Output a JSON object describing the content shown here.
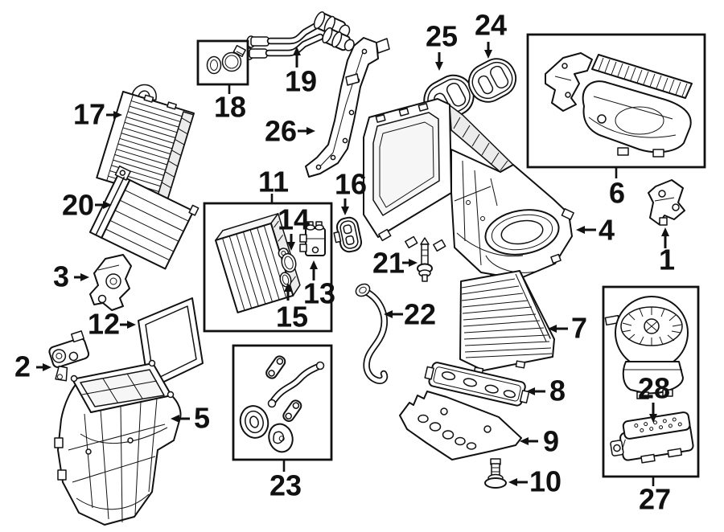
{
  "style": {
    "background": "#ffffff",
    "line_color": "#111111",
    "label_color": "#111111"
  },
  "callouts": {
    "c1": {
      "label": "1"
    },
    "c2": {
      "label": "2"
    },
    "c3": {
      "label": "3"
    },
    "c4": {
      "label": "4"
    },
    "c5": {
      "label": "5"
    },
    "c6": {
      "label": "6"
    },
    "c7": {
      "label": "7"
    },
    "c8": {
      "label": "8"
    },
    "c9": {
      "label": "9"
    },
    "c10": {
      "label": "10"
    },
    "c11": {
      "label": "11"
    },
    "c12": {
      "label": "12"
    },
    "c13": {
      "label": "13"
    },
    "c14": {
      "label": "14"
    },
    "c15": {
      "label": "15"
    },
    "c16": {
      "label": "16"
    },
    "c17": {
      "label": "17"
    },
    "c18": {
      "label": "18"
    },
    "c19": {
      "label": "19"
    },
    "c20": {
      "label": "20"
    },
    "c21": {
      "label": "21"
    },
    "c22": {
      "label": "22"
    },
    "c23": {
      "label": "23"
    },
    "c24": {
      "label": "24"
    },
    "c25": {
      "label": "25"
    },
    "c26": {
      "label": "26"
    },
    "c27": {
      "label": "27"
    },
    "c28": {
      "label": "28"
    }
  }
}
